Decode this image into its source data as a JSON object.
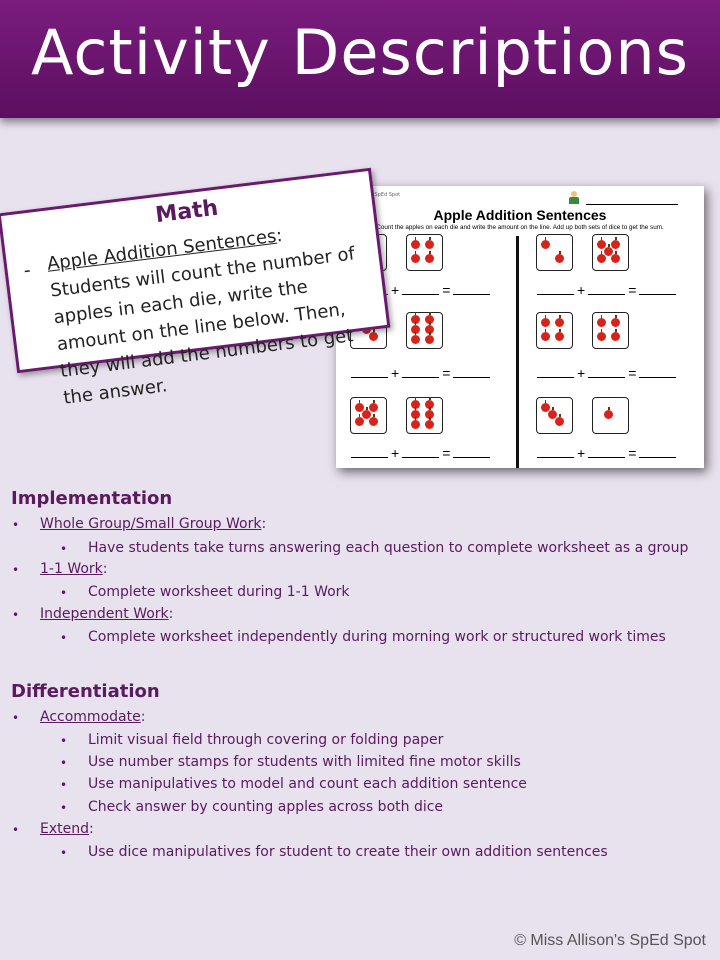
{
  "header": {
    "title": "Activity Descriptions"
  },
  "card": {
    "title": "Math",
    "dash": "-",
    "activity_name": "Apple Addition Sentences",
    "description": ": Students will count the number of apples in each die, write the amount on the line below. Then, they will add the numbers to get the answer."
  },
  "worksheet": {
    "source_tag": "Miss Allison's SpEd Spot",
    "title": "Apple Addition Sentences",
    "instructions": "Count the apples on each die and write the amount on the line. Add up both sets of dice to get the sum.",
    "plus": "+",
    "equals": "=",
    "dice_counts": [
      [
        4,
        4
      ],
      [
        2,
        5
      ],
      [
        3,
        6
      ],
      [
        4,
        4
      ],
      [
        5,
        6
      ],
      [
        3,
        1
      ]
    ]
  },
  "implementation": {
    "heading": "Implementation",
    "items": [
      {
        "label": "Whole Group/Small Group Work",
        "suffix": ":",
        "sub": "Have students take turns answering each question to complete worksheet as a group"
      },
      {
        "label": "1-1 Work",
        "suffix": ":",
        "sub": "Complete worksheet during 1-1 Work"
      },
      {
        "label": "Independent Work",
        "suffix": ":",
        "sub": "Complete worksheet independently during morning work or structured work times"
      }
    ]
  },
  "differentiation": {
    "heading": "Differentiation",
    "accommodate": {
      "label": "Accommodate",
      "suffix": ":",
      "subs": [
        "Limit visual field through covering or folding paper",
        "Use number stamps for students with limited fine motor skills",
        "Use manipulatives to model and count each addition sentence",
        "Check answer by counting apples across both dice"
      ]
    },
    "extend": {
      "label": "Extend",
      "suffix": ":",
      "subs": [
        "Use dice manipulatives for student to create their own addition sentences"
      ]
    }
  },
  "bullets": {
    "main": "•",
    "sub": "•"
  },
  "footer": {
    "copyright": "© Miss Allison's SpEd Spot"
  },
  "colors": {
    "header": "#6a1a6e",
    "text": "#5a1a5e",
    "background": "#e8e1ee",
    "apple": "#d8231a"
  }
}
